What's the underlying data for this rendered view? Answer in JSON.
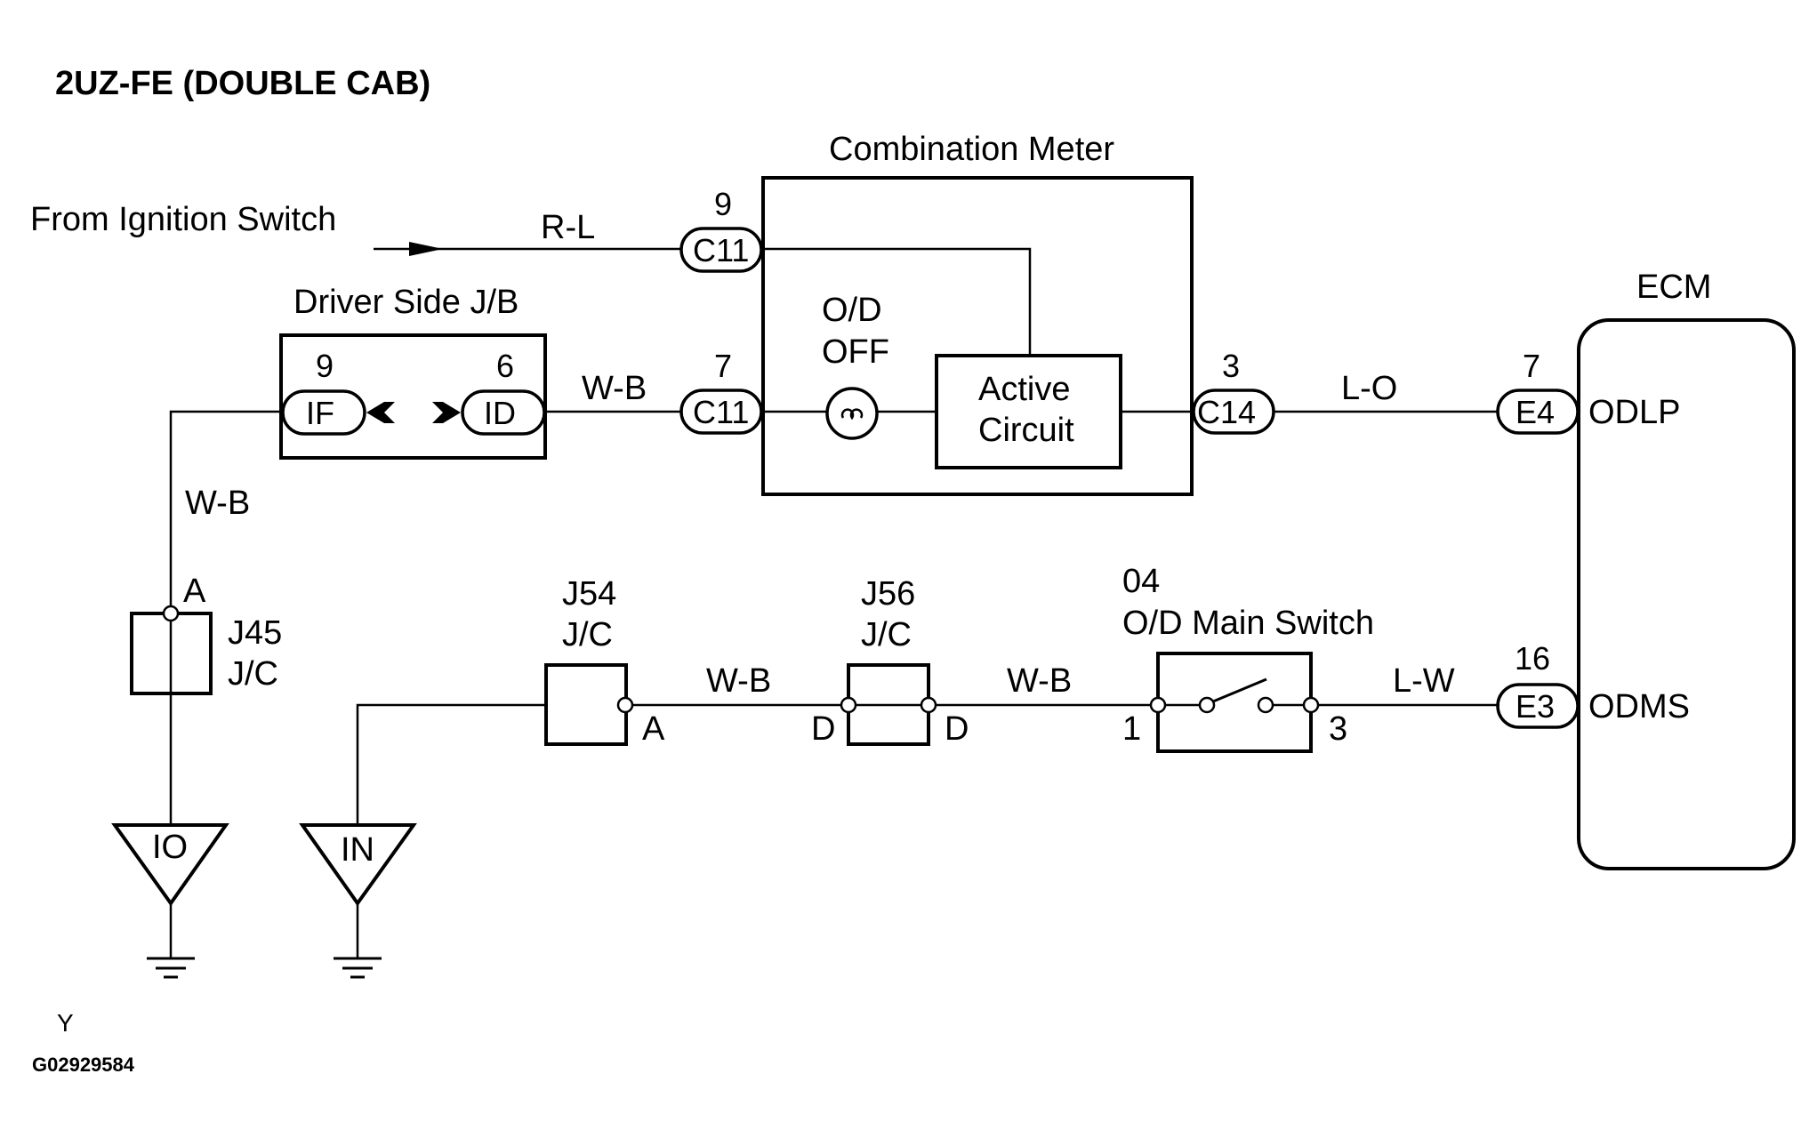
{
  "title": "2UZ-FE (DOUBLE CAB)",
  "from_label": "From Ignition Switch",
  "components": {
    "combination_meter": "Combination Meter",
    "od_off_line1": "O/D",
    "od_off_line2": "OFF",
    "active_line1": "Active",
    "active_line2": "Circuit",
    "driver_jb": "Driver Side J/B",
    "ecm": "ECM",
    "od_switch_code": "04",
    "od_switch_name": "O/D Main Switch",
    "j45_line1": "J45",
    "j45_line2": "J/C",
    "j54_line1": "J54",
    "j54_line2": "J/C",
    "j56_line1": "J56",
    "j56_line2": "J/C"
  },
  "connectors": {
    "c11_top": {
      "code": "C11",
      "pin": "9"
    },
    "c11_mid": {
      "code": "C11",
      "pin": "7"
    },
    "c14": {
      "code": "C14",
      "pin": "3"
    },
    "e4": {
      "code": "E4",
      "pin": "7",
      "terminal": "ODLP"
    },
    "e3": {
      "code": "E3",
      "pin": "16",
      "terminal": "ODMS"
    },
    "jb_if": {
      "code": "IF",
      "pin": "9"
    },
    "jb_id": {
      "code": "ID",
      "pin": "6"
    }
  },
  "wires": {
    "r_l": "R-L",
    "w_b_jb_meter": "W-B",
    "l_o": "L-O",
    "w_b_vertical": "W-B",
    "w_b_j54_j56": "W-B",
    "w_b_j56_sw": "W-B",
    "l_w": "L-W"
  },
  "terminals": {
    "j45_a": "A",
    "j54_a": "A",
    "j56_d_left": "D",
    "j56_d_right": "D",
    "sw_1": "1",
    "sw_3": "3"
  },
  "grounds": {
    "io": "IO",
    "in": "IN"
  },
  "footer": {
    "letter": "Y",
    "code": "G02929584"
  }
}
